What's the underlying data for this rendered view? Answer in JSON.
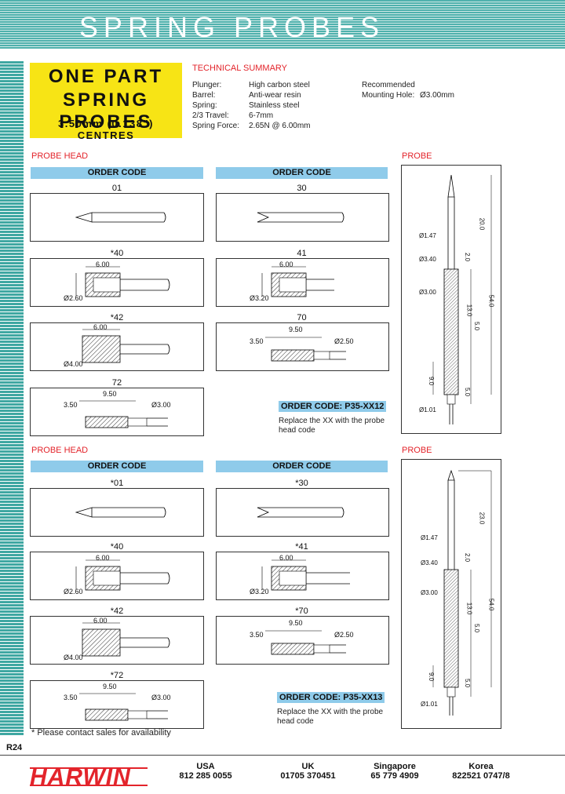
{
  "header": {
    "title": "SPRING PROBES"
  },
  "product": {
    "line1": "ONE PART",
    "line2": "SPRING PROBES",
    "line3": "3.50mm (0.138\") CENTRES"
  },
  "technical_summary": {
    "heading": "TECHNICAL SUMMARY",
    "rows": [
      {
        "label": "Plunger:",
        "value": "High carbon steel"
      },
      {
        "label": "Barrel:",
        "value": "Anti-wear resin"
      },
      {
        "label": "Spring:",
        "value": "Stainless steel"
      },
      {
        "label": "2/3 Travel:",
        "value": "6-7mm"
      },
      {
        "label": "Spring Force:",
        "value": "2.65N @ 6.00mm"
      }
    ],
    "recommended_label": "Recommended",
    "mounting_label": "Mounting Hole:",
    "mounting_value": "Ø3.00mm"
  },
  "section1": {
    "probe_head_label": "PROBE HEAD",
    "probe_label": "PROBE",
    "order_code_header": "ORDER CODE",
    "codes": [
      "01",
      "30",
      "*40",
      "41",
      "*42",
      "70",
      "72"
    ],
    "dims": {
      "d40_len": "6.00",
      "d40_dia": "Ø2.60",
      "d41_len": "6.00",
      "d41_dia": "Ø3.20",
      "d42_len": "6.00",
      "d42_dia": "Ø4.00",
      "d70_len": "9.50",
      "d70_off": "3.50",
      "d70_dia": "Ø2.50",
      "d72_len": "9.50",
      "d72_off": "3.50",
      "d72_dia": "Ø3.00"
    },
    "order_code": "ORDER CODE: P35-XX12",
    "note": "Replace the XX with the probe head code",
    "probe_dims": [
      "Ø1.47",
      "Ø3.40",
      "Ø3.00",
      "Ø1.01",
      "20.0",
      "2.0",
      "13.0",
      "54.0",
      "5.0",
      "9.0",
      "5.0"
    ]
  },
  "section2": {
    "probe_head_label": "PROBE HEAD",
    "probe_label": "PROBE",
    "order_code_header": "ORDER CODE",
    "codes": [
      "*01",
      "*30",
      "*40",
      "*41",
      "*42",
      "*70",
      "*72"
    ],
    "dims": {
      "d40_len": "6.00",
      "d40_dia": "Ø2.60",
      "d41_len": "6.00",
      "d41_dia": "Ø3.20",
      "d42_len": "6.00",
      "d42_dia": "Ø4.00",
      "d70_len": "9.50",
      "d70_off": "3.50",
      "d70_dia": "Ø2.50",
      "d72_len": "9.50",
      "d72_off": "3.50",
      "d72_dia": "Ø3.00"
    },
    "order_code": "ORDER CODE: P35-XX13",
    "note": "Replace the XX with the probe head code",
    "probe_dims": [
      "Ø1.47",
      "Ø3.40",
      "Ø3.00",
      "Ø1.01",
      "23.0",
      "2.0",
      "13.0",
      "54.0",
      "5.0",
      "9.0",
      "5.0"
    ]
  },
  "footnote": "* Please contact sales for availability",
  "page_number": "R24",
  "footer": {
    "brand": "HARWIN",
    "contacts": [
      {
        "country": "USA",
        "phone": "812 285 0055"
      },
      {
        "country": "UK",
        "phone": "01705 370451"
      },
      {
        "country": "Singapore",
        "phone": "65 779 4909"
      },
      {
        "country": "Korea",
        "phone": "822521 0747/8"
      }
    ]
  },
  "colors": {
    "accent_red": "#e3242b",
    "teal": "#4fb1ad",
    "yellow": "#f7e415",
    "bar_blue": "#8fcbea"
  }
}
